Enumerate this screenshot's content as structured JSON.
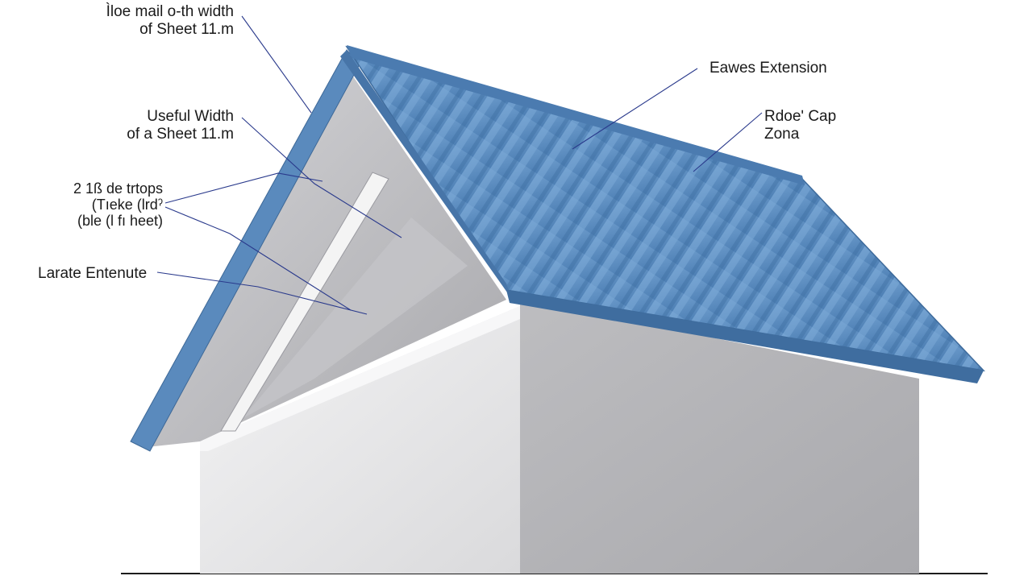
{
  "labels": {
    "total_width": {
      "line1": "Ìloe mail o-th width",
      "line2": "of Sheet 11.m"
    },
    "useful_width": {
      "line1": "Useful Width",
      "line2": "of a Sheet 11.m"
    },
    "fastener": {
      "line1": "2 1ß de trtops",
      "line2": "(Tıeke (lrdˀ",
      "line3": "(ble (l fı heet)"
    },
    "lateral": {
      "line1": "Larate Entenute"
    },
    "eaves": {
      "line1": "Eawes Extension"
    },
    "ridge": {
      "line1": "Rdoeʹ Cap",
      "line2": "Zona"
    }
  },
  "colors": {
    "roof_blue": "#5b8bbf",
    "roof_edge": "#4a79ad",
    "wall_light": "#e9e9ea",
    "wall_shade": "#b9b9bc",
    "leader_line": "#2a3a8c"
  }
}
